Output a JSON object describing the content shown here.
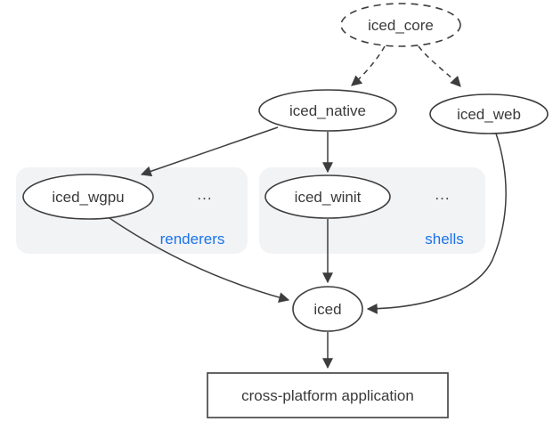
{
  "diagram": {
    "description": "iced crate ecosystem dependency graph",
    "nodes": {
      "core": {
        "label": "iced_core",
        "shape": "ellipse",
        "border": "dashed"
      },
      "native": {
        "label": "iced_native",
        "shape": "ellipse",
        "border": "solid"
      },
      "web": {
        "label": "iced_web",
        "shape": "ellipse",
        "border": "solid"
      },
      "wgpu": {
        "label": "iced_wgpu",
        "shape": "ellipse",
        "border": "solid"
      },
      "winit": {
        "label": "iced_winit",
        "shape": "ellipse",
        "border": "solid"
      },
      "iced": {
        "label": "iced",
        "shape": "ellipse",
        "border": "solid"
      },
      "app": {
        "label": "cross-platform application",
        "shape": "rectangle",
        "border": "solid"
      }
    },
    "groups": {
      "renderers": {
        "label": "renderers",
        "ellipsis": "..."
      },
      "shells": {
        "label": "shells",
        "ellipsis": "..."
      }
    },
    "edges": [
      {
        "from": "iced_core",
        "to": "iced_native",
        "style": "dashed"
      },
      {
        "from": "iced_core",
        "to": "iced_web",
        "style": "dashed"
      },
      {
        "from": "iced_native",
        "to": "iced_wgpu",
        "style": "solid"
      },
      {
        "from": "iced_native",
        "to": "iced_winit",
        "style": "solid"
      },
      {
        "from": "iced_wgpu",
        "to": "iced",
        "style": "solid"
      },
      {
        "from": "iced_winit",
        "to": "iced",
        "style": "solid"
      },
      {
        "from": "iced_web",
        "to": "iced",
        "style": "solid"
      },
      {
        "from": "iced",
        "to": "cross-platform application",
        "style": "solid"
      }
    ],
    "colors": {
      "node_stroke": "#3d3d3d",
      "text": "#3a3a3a",
      "accent_blue": "#1a73e8",
      "group_fill": "#f2f3f5",
      "background": "#ffffff"
    }
  }
}
